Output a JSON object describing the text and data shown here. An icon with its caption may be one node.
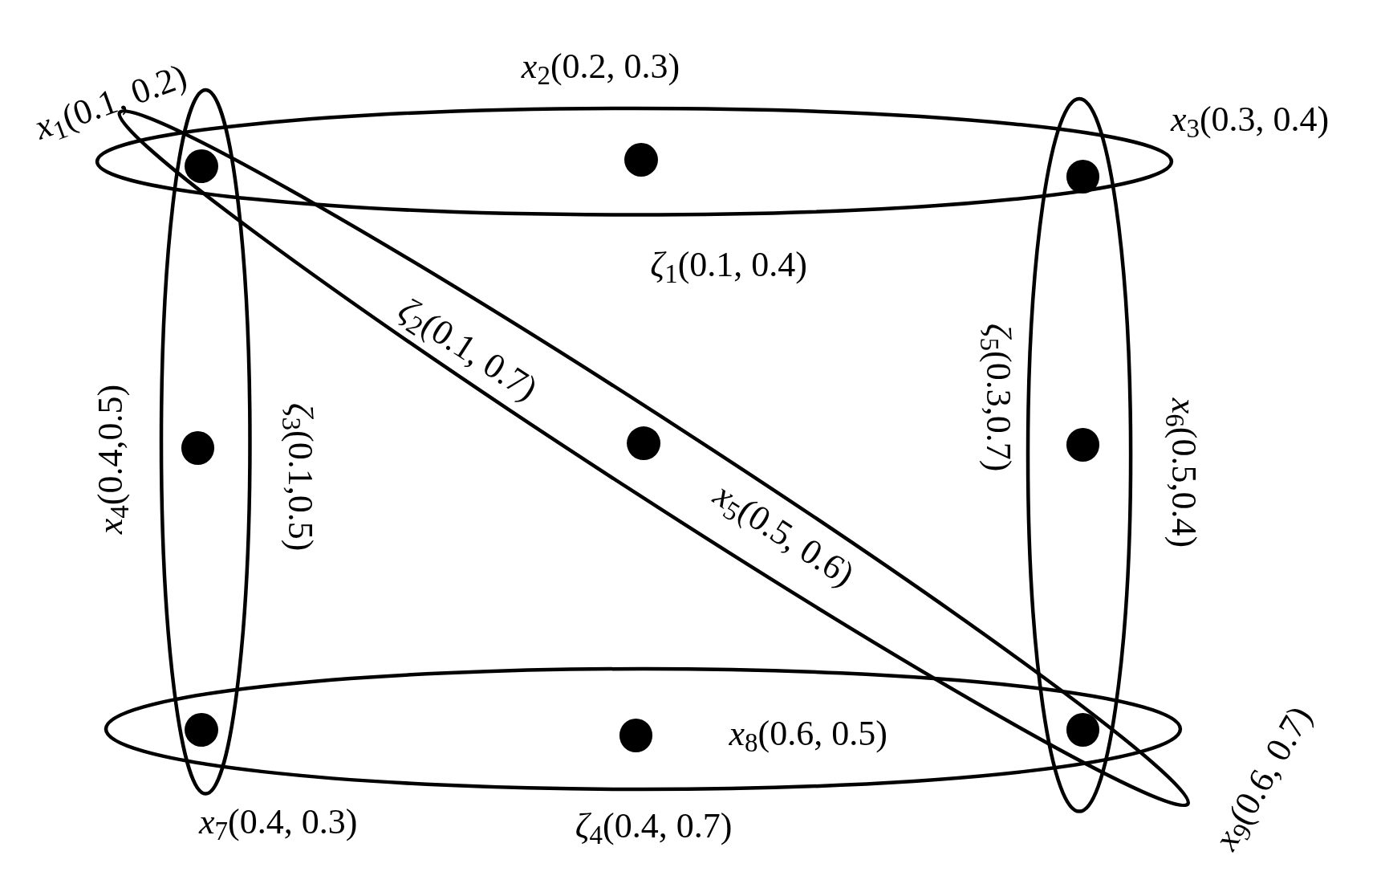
{
  "diagram": {
    "nodes": [
      {
        "text": [],
        "shape": "ellipse"
      },
      {
        "text": [],
        "shape": "ellipse"
      },
      {
        "text": [],
        "shape": "ellipse"
      },
      {
        "text": [],
        "shape": "ellipse"
      },
      {
        "text": [],
        "shape": "ellipse"
      },
      {
        "text": [],
        "shape": "circle"
      },
      {
        "text": [],
        "shape": "circle",
        "in": 0
      },
      {
        "text": [],
        "shape": "circle"
      },
      {
        "text": [],
        "shape": "circle",
        "in": 2
      },
      {
        "text": [],
        "shape": "circle",
        "in": 1
      },
      {
        "text": [],
        "shape": "circle",
        "in": 4
      },
      {
        "text": [],
        "shape": "circle"
      },
      {
        "text": [],
        "shape": "circle",
        "in": 3
      },
      {
        "text": [],
        "shape": "circle"
      }
    ],
    "labels": [
      "*x*$_{1}$(0.1, 0.2)",
      "*x*$_{2}$(0.2, 0.3)",
      "*x*$_{3}$(0.3, 0.4)",
      "*ζ*$_{1}$(0.1, 0.4)",
      "*ζ*$_{2}$(0.1, 0.7)",
      "*x*$_{4}$(0.4,0.5)",
      "*ζ*$_{3}$(0.1,0.5)",
      "*ζ*$_{5}$(0.3,0.7)",
      "*x*$_{6}$(0.5,0.4)",
      "*x*$_{5}$(0.5, 0.6)",
      "*x*$_{8}$(0.6, 0.5)",
      "*x*$_{7}$(0.4, 0.3)",
      "*ζ*$_{4}$(0.4, 0.7)",
      "*x*$_{9}$(0.6, 0.7)"
    ]
  }
}
